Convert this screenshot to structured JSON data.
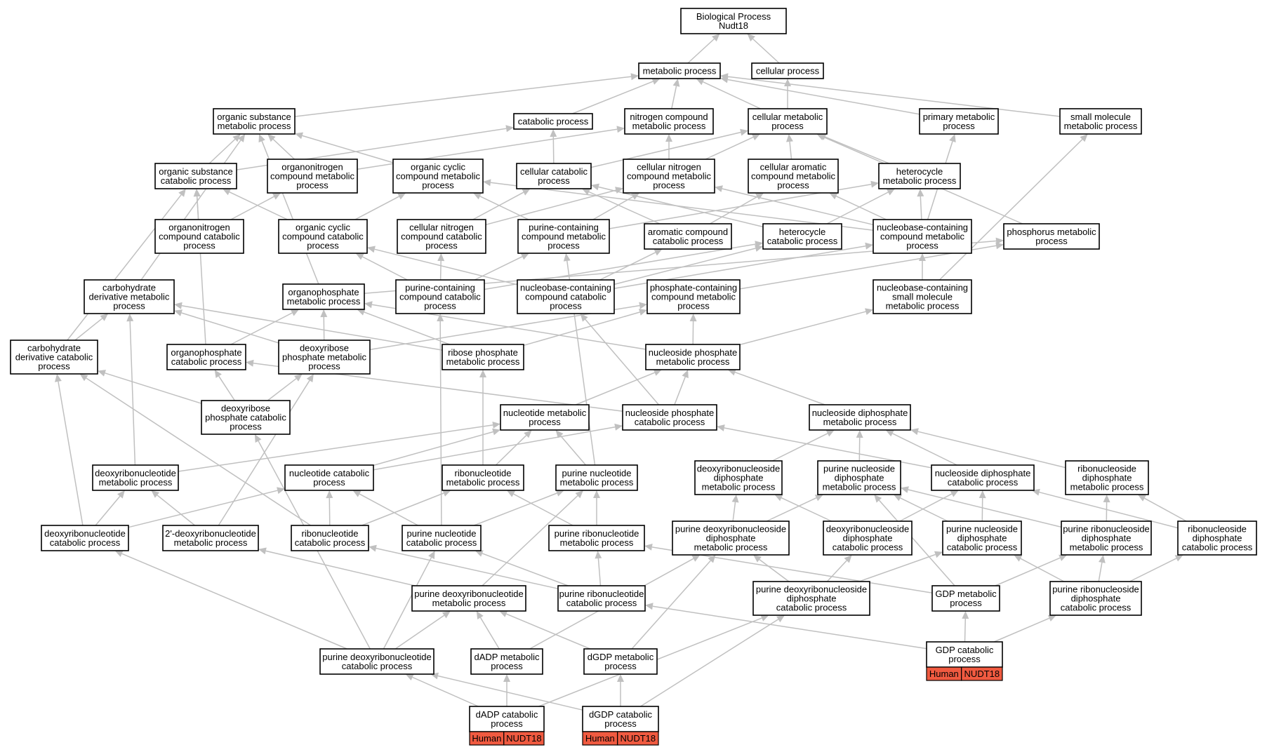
{
  "colors": {
    "edge": "#c0c0c0",
    "node_border": "#000000",
    "node_fill": "#ffffff",
    "annotation": "#f05a40"
  },
  "nodes": [
    {
      "id": "root",
      "lines": [
        "Biological Process",
        "Nudt18"
      ]
    },
    {
      "id": "metabolic",
      "lines": [
        "metabolic process"
      ]
    },
    {
      "id": "cellularp",
      "lines": [
        "cellular process"
      ]
    },
    {
      "id": "orgsubmet",
      "lines": [
        "organic substance",
        "metabolic process"
      ]
    },
    {
      "id": "catabolic",
      "lines": [
        "catabolic process"
      ]
    },
    {
      "id": "nitrocomp",
      "lines": [
        "nitrogen compound",
        "metabolic process"
      ]
    },
    {
      "id": "cellmet",
      "lines": [
        "cellular metabolic",
        "process"
      ]
    },
    {
      "id": "primmet",
      "lines": [
        "primary metabolic",
        "process"
      ]
    },
    {
      "id": "smallmol",
      "lines": [
        "small molecule",
        "metabolic process"
      ]
    },
    {
      "id": "orgsubcat",
      "lines": [
        "organic substance",
        "catabolic process"
      ]
    },
    {
      "id": "orgnitromet",
      "lines": [
        "organonitrogen",
        "compound metabolic",
        "process"
      ]
    },
    {
      "id": "orgcycmet",
      "lines": [
        "organic cyclic",
        "compound metabolic",
        "process"
      ]
    },
    {
      "id": "cellcat",
      "lines": [
        "cellular catabolic",
        "process"
      ]
    },
    {
      "id": "cellnitromet",
      "lines": [
        "cellular nitrogen",
        "compound metabolic",
        "process"
      ]
    },
    {
      "id": "cellaromet",
      "lines": [
        "cellular aromatic",
        "compound metabolic",
        "process"
      ]
    },
    {
      "id": "heteromet",
      "lines": [
        "heterocycle",
        "metabolic process"
      ]
    },
    {
      "id": "orgnitrocat",
      "lines": [
        "organonitrogen",
        "compound catabolic",
        "process"
      ]
    },
    {
      "id": "orgcyccat",
      "lines": [
        "organic cyclic",
        "compound catabolic",
        "process"
      ]
    },
    {
      "id": "cellnitrocat",
      "lines": [
        "cellular nitrogen",
        "compound catabolic",
        "process"
      ]
    },
    {
      "id": "purcontmet",
      "lines": [
        "purine-containing",
        "compound metabolic",
        "process"
      ]
    },
    {
      "id": "aromcat",
      "lines": [
        "aromatic compound",
        "catabolic process"
      ]
    },
    {
      "id": "heterocat",
      "lines": [
        "heterocycle",
        "catabolic process"
      ]
    },
    {
      "id": "nbcontmet",
      "lines": [
        "nucleobase-containing",
        "compound metabolic",
        "process"
      ]
    },
    {
      "id": "phosmet",
      "lines": [
        "phosphorus metabolic",
        "process"
      ]
    },
    {
      "id": "carbderivmet",
      "lines": [
        "carbohydrate",
        "derivative metabolic",
        "process"
      ]
    },
    {
      "id": "orgphosmet",
      "lines": [
        "organophosphate",
        "metabolic process"
      ]
    },
    {
      "id": "purcontcat",
      "lines": [
        "purine-containing",
        "compound catabolic",
        "process"
      ]
    },
    {
      "id": "nbcontcat",
      "lines": [
        "nucleobase-containing",
        "compound catabolic",
        "process"
      ]
    },
    {
      "id": "phoscontmet",
      "lines": [
        "phosphate-containing",
        "compound metabolic",
        "process"
      ]
    },
    {
      "id": "nbsmallmol",
      "lines": [
        "nucleobase-containing",
        "small molecule",
        "metabolic process"
      ]
    },
    {
      "id": "carbderivcat",
      "lines": [
        "carbohydrate",
        "derivative catabolic",
        "process"
      ]
    },
    {
      "id": "orgphoscat",
      "lines": [
        "organophosphate",
        "catabolic process"
      ]
    },
    {
      "id": "deoxyribphosmet",
      "lines": [
        "deoxyribose",
        "phosphate metabolic",
        "process"
      ]
    },
    {
      "id": "ribphosmet",
      "lines": [
        "ribose phosphate",
        "metabolic process"
      ]
    },
    {
      "id": "nucphosmet",
      "lines": [
        "nucleoside phosphate",
        "metabolic process"
      ]
    },
    {
      "id": "deoxyribphoscat",
      "lines": [
        "deoxyribose",
        "phosphate catabolic",
        "process"
      ]
    },
    {
      "id": "nucleotidemet",
      "lines": [
        "nucleotide metabolic",
        "process"
      ]
    },
    {
      "id": "nucphoscat",
      "lines": [
        "nucleoside phosphate",
        "catabolic process"
      ]
    },
    {
      "id": "nucdiphosmet",
      "lines": [
        "nucleoside diphosphate",
        "metabolic process"
      ]
    },
    {
      "id": "deoxyribonucmet",
      "lines": [
        "deoxyribonucleotide",
        "metabolic process"
      ]
    },
    {
      "id": "nucleotidecat",
      "lines": [
        "nucleotide catabolic",
        "process"
      ]
    },
    {
      "id": "ribonucmet",
      "lines": [
        "ribonucleotide",
        "metabolic process"
      ]
    },
    {
      "id": "purnucmet",
      "lines": [
        "purine nucleotide",
        "metabolic process"
      ]
    },
    {
      "id": "deoxyribonucdiphosmet",
      "lines": [
        "deoxyribonucleoside",
        "diphosphate",
        "metabolic process"
      ]
    },
    {
      "id": "purnucdiphosmet",
      "lines": [
        "purine nucleoside",
        "diphosphate",
        "metabolic process"
      ]
    },
    {
      "id": "nucdiphoscat",
      "lines": [
        "nucleoside diphosphate",
        "catabolic process"
      ]
    },
    {
      "id": "ribonucdiphosmet",
      "lines": [
        "ribonucleoside",
        "diphosphate",
        "metabolic process"
      ]
    },
    {
      "id": "deoxyribonuccat",
      "lines": [
        "deoxyribonucleotide",
        "catabolic process"
      ]
    },
    {
      "id": "dp2deoxymet",
      "lines": [
        "2'-deoxyribonucleotide",
        "metabolic process"
      ]
    },
    {
      "id": "ribonuccat",
      "lines": [
        "ribonucleotide",
        "catabolic process"
      ]
    },
    {
      "id": "purnuccat",
      "lines": [
        "purine nucleotide",
        "catabolic process"
      ]
    },
    {
      "id": "purribonucmet",
      "lines": [
        "purine ribonucleotide",
        "metabolic process"
      ]
    },
    {
      "id": "purdeoxydiphosmet",
      "lines": [
        "purine deoxyribonucleoside",
        "diphosphate",
        "metabolic process"
      ]
    },
    {
      "id": "deoxyribonucdiphoscat",
      "lines": [
        "deoxyribonucleoside",
        "diphosphate",
        "catabolic process"
      ]
    },
    {
      "id": "purnucdiphoscat",
      "lines": [
        "purine nucleoside",
        "diphosphate",
        "catabolic process"
      ]
    },
    {
      "id": "purribodiphosmet",
      "lines": [
        "purine ribonucleoside",
        "diphosphate",
        "metabolic process"
      ]
    },
    {
      "id": "ribonucdiphoscat",
      "lines": [
        "ribonucleoside",
        "diphosphate",
        "catabolic process"
      ]
    },
    {
      "id": "purdeoxynucmet",
      "lines": [
        "purine deoxyribonucleotide",
        "metabolic process"
      ]
    },
    {
      "id": "purribonuccat",
      "lines": [
        "purine ribonucleotide",
        "catabolic process"
      ]
    },
    {
      "id": "purdeoxydiphoscat",
      "lines": [
        "purine deoxyribonucleoside",
        "diphosphate",
        "catabolic process"
      ]
    },
    {
      "id": "gdpmet",
      "lines": [
        "GDP metabolic",
        "process"
      ]
    },
    {
      "id": "purribodiphoscat",
      "lines": [
        "purine ribonucleoside",
        "diphosphate",
        "catabolic process"
      ]
    },
    {
      "id": "purdeoxynuccat",
      "lines": [
        "purine deoxyribonucleotide",
        "catabolic process"
      ]
    },
    {
      "id": "dadpmet",
      "lines": [
        "dADP metabolic",
        "process"
      ]
    },
    {
      "id": "dgdpmet",
      "lines": [
        "dGDP metabolic",
        "process"
      ]
    },
    {
      "id": "gdpcat",
      "lines": [
        "GDP catabolic",
        "process"
      ],
      "badge": [
        "Human",
        "NUDT18"
      ]
    },
    {
      "id": "dadpcat",
      "lines": [
        "dADP catabolic",
        "process"
      ],
      "badge": [
        "Human",
        "NUDT18"
      ]
    },
    {
      "id": "dgdpcat",
      "lines": [
        "dGDP catabolic",
        "process"
      ],
      "badge": [
        "Human",
        "NUDT18"
      ]
    }
  ]
}
